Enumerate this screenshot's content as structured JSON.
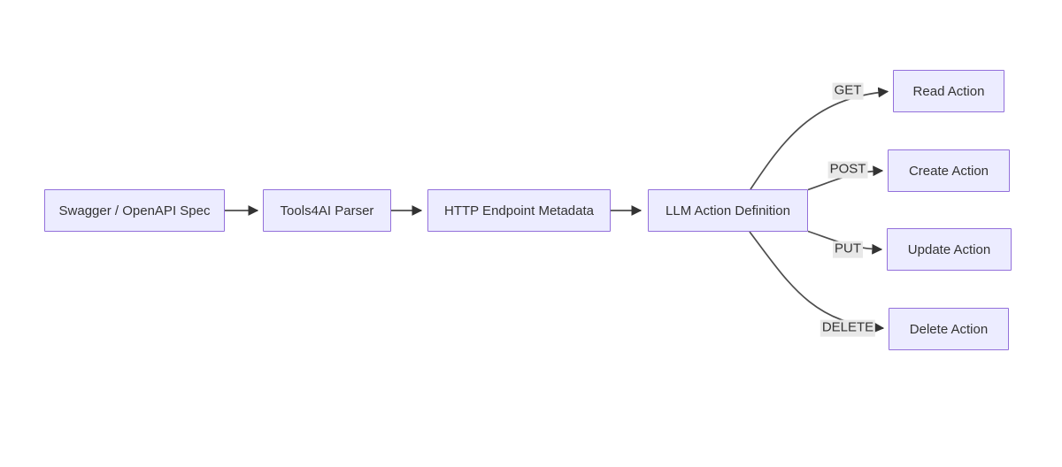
{
  "diagram": {
    "type": "flowchart",
    "direction": "left-to-right",
    "nodes": [
      {
        "id": "spec",
        "label": "Swagger / OpenAPI Spec"
      },
      {
        "id": "parser",
        "label": "Tools4AI Parser"
      },
      {
        "id": "metadata",
        "label": "HTTP Endpoint Metadata"
      },
      {
        "id": "llm",
        "label": "LLM Action Definition"
      },
      {
        "id": "read",
        "label": "Read Action"
      },
      {
        "id": "create",
        "label": "Create Action"
      },
      {
        "id": "update",
        "label": "Update Action"
      },
      {
        "id": "delete",
        "label": "Delete Action"
      }
    ],
    "edges": [
      {
        "from": "spec",
        "to": "parser",
        "label": ""
      },
      {
        "from": "parser",
        "to": "metadata",
        "label": ""
      },
      {
        "from": "metadata",
        "to": "llm",
        "label": ""
      },
      {
        "from": "llm",
        "to": "read",
        "label": "GET"
      },
      {
        "from": "llm",
        "to": "create",
        "label": "POST"
      },
      {
        "from": "llm",
        "to": "update",
        "label": "PUT"
      },
      {
        "from": "llm",
        "to": "delete",
        "label": "DELETE"
      }
    ],
    "colors": {
      "node_fill": "#ECECFF",
      "node_border": "#9370DB",
      "edge_line": "#4d4d4d",
      "arrowhead": "#333333",
      "edge_label_bg": "#e8e8e8",
      "text": "#333333"
    }
  }
}
